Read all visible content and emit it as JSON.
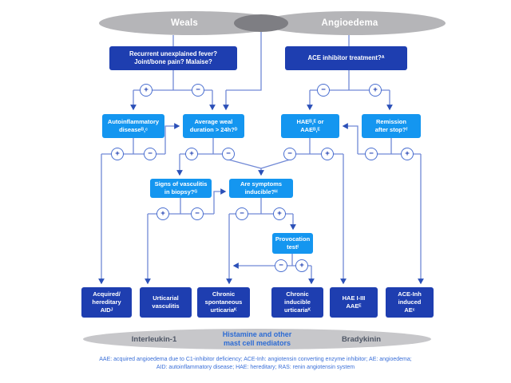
{
  "header": {
    "left_ellipse": "Weals",
    "right_ellipse": "Angioedema"
  },
  "nodes": {
    "fever_question": "Recurrent unexplained fever?\nJoint/bone pain? Malaise?",
    "ace_question": "ACE inhibitor treatment?ᴬ",
    "autoinflammatory": "Autoinflammatory\ndiseaseᴮ,ᶜ",
    "weal_duration": "Average weal\nduration > 24h?ᴰ",
    "hae_aae": "HAEᴮ,ᴱ or\nAAEᴮ,ᴱ",
    "remission": "Remission\nafter stop?ᶠ",
    "vasculitis_biopsy": "Signs of vasculitis\nin biopsy?ᴳ",
    "inducible": "Are symptoms\ninducible?ᴴ",
    "provocation": "Provocation\ntestᴵ",
    "dx_aid": "Acquired/\nhereditary\nAIDᴶ",
    "dx_urticarial_vasculitis": "Urticarial\nvasculitis",
    "dx_csu": "Chronic\nspontaneous\nurticariaᴷ",
    "dx_cindu": "Chronic\ninducible\nurticariaᴷ",
    "dx_hae": "HAE I-III\nAAEᴱ",
    "dx_ace_ae": "ACE-Inh\ninduced\nAEᶜ"
  },
  "signs": {
    "plus": "+",
    "minus": "−"
  },
  "mediators": {
    "left": "Interleukin-1",
    "center": "Histamine and other\nmast cell mediators",
    "right": "Bradykinin"
  },
  "footnote": {
    "line1": "AAE: acquired angioedema due to C1-inhibitor deficiency; ACE-Inh: angiotensin converting enzyme inhibitor; AE: angioedema;",
    "line2": "AID: autoinflammatory disease; HAE: hereditary; RAS: renin angiotensin system"
  },
  "colors": {
    "dark_box_blue": "#1e3eb0",
    "light_box_blue": "#1496f0",
    "line_blue": "#7189d6",
    "arrow_blue": "#2b50b8",
    "ellipse_gray": "#b5b5b8",
    "ellipse_overlap_gray": "#7e7e83",
    "bottom_ellipse_gray": "#c7c7ca",
    "mediator_side_text": "#4f5766",
    "mediator_center_text": "#2c6bd4",
    "footnote_text": "#3a6fd8"
  }
}
